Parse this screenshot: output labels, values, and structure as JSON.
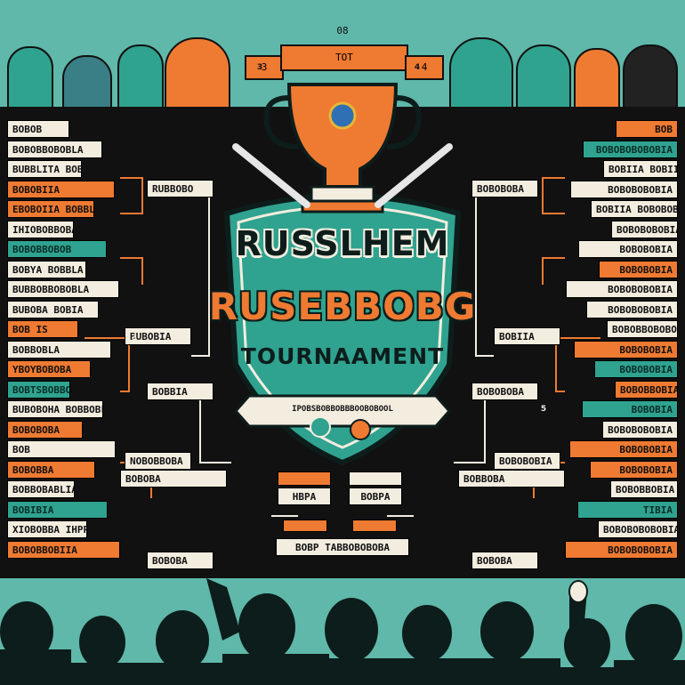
{
  "header": {
    "top_label": "08",
    "banner_center": "TOT",
    "banner_left": "3",
    "banner_right": "4"
  },
  "title": {
    "line1": "RUSSLHEM",
    "line2": "RUSEBBOBG",
    "line3": "TOURNAAMENT",
    "ribbon_text": "IPOBSBOBBOBBBOOBOBOOL"
  },
  "left_r1": [
    {
      "text": "BOBOB",
      "c": "w"
    },
    {
      "text": "BOBOBBOBOBLA",
      "c": "w"
    },
    {
      "text": "BUBBLITA   BOBBLA",
      "c": "w"
    },
    {
      "text": "BOBOBIIA",
      "c": "o"
    },
    {
      "text": "EBOBOIIA   BOBBLA",
      "c": "o"
    },
    {
      "text": "IHIOBOBBOBA",
      "c": "w"
    },
    {
      "text": "BOBOBBOBOB",
      "c": "t"
    },
    {
      "text": "BOBYA      BOBBLA",
      "c": "w"
    },
    {
      "text": "BUBBOBBOBOBLA",
      "c": "w"
    },
    {
      "text": "BUBOBA   BOBIA",
      "c": "w"
    },
    {
      "text": "BOB IS",
      "c": "o"
    },
    {
      "text": "BOBBOBLA",
      "c": "w"
    },
    {
      "text": "YBOYBOBOBA",
      "c": "o"
    },
    {
      "text": "BOBTSBOBBOBIA",
      "c": "t"
    },
    {
      "text": "BUBOBOHA   BOBBOBLA",
      "c": "w"
    },
    {
      "text": "BOBOBOBA",
      "c": "o"
    },
    {
      "text": "BOB",
      "c": "w"
    },
    {
      "text": "BOBOBBA",
      "c": "o"
    },
    {
      "text": "BOBBOBABLIA",
      "c": "w"
    },
    {
      "text": "BOBIBIA",
      "c": "t"
    },
    {
      "text": "XIOBOBBA IHPPOBOBA",
      "c": "w"
    },
    {
      "text": "BOBOBBOBIIA",
      "c": "o"
    }
  ],
  "right_r1": [
    {
      "text": "BOB",
      "c": "o"
    },
    {
      "text": "BOBOBOBOBOBIA",
      "c": "t"
    },
    {
      "text": "BOBIIA   BOBIIA",
      "c": "w"
    },
    {
      "text": "BOBOBOBOBIA",
      "c": "w"
    },
    {
      "text": "BOBIIA   BOBOBOBIA",
      "c": "w"
    },
    {
      "text": "BOBOBOBOBIA",
      "c": "w"
    },
    {
      "text": "BOBOBOBIA",
      "c": "w"
    },
    {
      "text": "BOBOBOBIA",
      "c": "o"
    },
    {
      "text": "BOBOBOBOBIA",
      "c": "w"
    },
    {
      "text": "BOBOBOBOBIA",
      "c": "w"
    },
    {
      "text": "BOBOBBOBOBOBIA",
      "c": "w"
    },
    {
      "text": "BOBOBOBIA",
      "c": "o"
    },
    {
      "text": "BOBOBOBIA",
      "c": "t"
    },
    {
      "text": "BOBOBBOBIA",
      "c": "o"
    },
    {
      "text": "BOBOBIA",
      "c": "t"
    },
    {
      "text": "BOBOBOBOBIA",
      "c": "w"
    },
    {
      "text": "BOBOBOBIA",
      "c": "o"
    },
    {
      "text": "BOBOBOBIA",
      "c": "o"
    },
    {
      "text": "BOBOBBOBIA",
      "c": "w"
    },
    {
      "text": "TIBIA",
      "c": "t"
    },
    {
      "text": "BOBOBOBOBOBIA",
      "c": "w"
    },
    {
      "text": "BOBOBOBOBIA",
      "c": "o"
    }
  ],
  "left_r2": [
    "RUBBOBO",
    "BUBOBIA",
    "BOBBIA",
    "NOBOBBOBA",
    "BOBOBA"
  ],
  "right_r2": [
    "BOBOBOBA",
    "BOBIIA",
    "BOBOBOBA",
    "BOBOBOBIA",
    "BOBOBA"
  ],
  "center": {
    "box_a": "HBPA",
    "box_b": "BOBPA",
    "final": "BOBP TABBOBOBOBA",
    "left_inner": "BOBOBA",
    "right_inner": "BOBBOBA"
  },
  "scores": [
    "3",
    "3",
    "5",
    "4",
    "3"
  ]
}
